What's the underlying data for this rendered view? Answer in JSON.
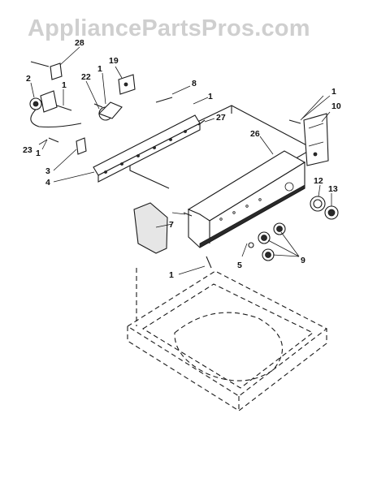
{
  "watermark": "AppliancePartsPros.com",
  "callouts": {
    "c1a": "1",
    "c1b": "1",
    "c1c": "1",
    "c1d": "1",
    "c1e": "1",
    "c1f": "1",
    "c2": "2",
    "c3": "3",
    "c4": "4",
    "c5": "5",
    "c7": "7",
    "c8": "8",
    "c9": "9",
    "c10": "10",
    "c12": "12",
    "c13": "13",
    "c19": "19",
    "c22": "22",
    "c23": "23",
    "c26": "26",
    "c27": "27",
    "c28": "28"
  }
}
